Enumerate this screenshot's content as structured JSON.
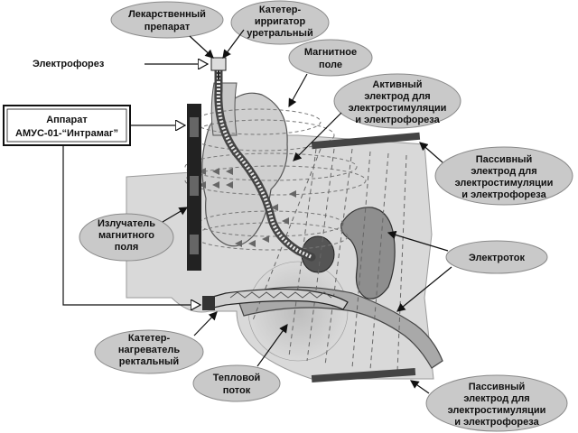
{
  "labels": {
    "drug": [
      "Лекарственный",
      "препарат"
    ],
    "catheter_urethral": [
      "Катетер-",
      "ирригатор",
      "уретральный"
    ],
    "electrophoresis": "Электрофорез",
    "magnetic_field": [
      "Магнитное",
      "поле"
    ],
    "active_electrode": [
      "Активный",
      "электрод для",
      "электростимуляции",
      "и электрофореза"
    ],
    "device": [
      "Аппарат",
      "АМУС-01-“Интрамаг”"
    ],
    "passive_electrode_top": [
      "Пассивный",
      "электрод для",
      "электростимуляции",
      "и электрофореза"
    ],
    "emitter": [
      "Излучатель",
      "магнитного",
      "поля"
    ],
    "current": "Электроток",
    "catheter_rectal": [
      "Катетер-",
      "нагреватель",
      "ректальный"
    ],
    "heat_flow": [
      "Тепловой",
      "поток"
    ],
    "passive_electrode_bottom": [
      "Пассивный",
      "электрод для",
      "электростимуляции",
      "и электрофореза"
    ]
  }
}
